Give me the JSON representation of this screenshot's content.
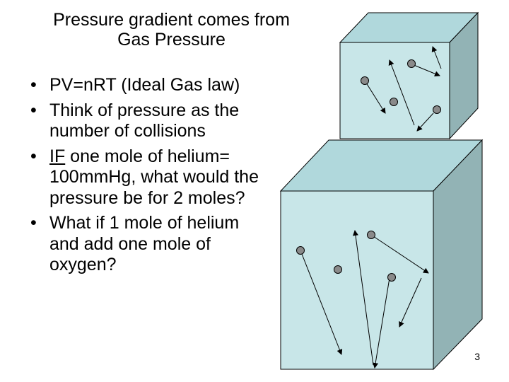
{
  "title": {
    "line1": "Pressure gradient comes from",
    "line2": "Gas Pressure"
  },
  "bullets": {
    "b1": "PV=nRT (Ideal Gas law)",
    "b2": "Think of pressure as the number of collisions",
    "b3_underlined": "IF",
    "b3_rest": " one mole of helium= 100mmHg, what would the pressure be for 2 moles?",
    "b4": "What if 1 mole of helium and add one mole of oxygen?"
  },
  "slide_number": "3",
  "colors": {
    "box_front": "#c8e6e8",
    "box_top": "#b0d8dc",
    "box_side": "#92b3b5",
    "molecule": "#8a8a8a"
  }
}
